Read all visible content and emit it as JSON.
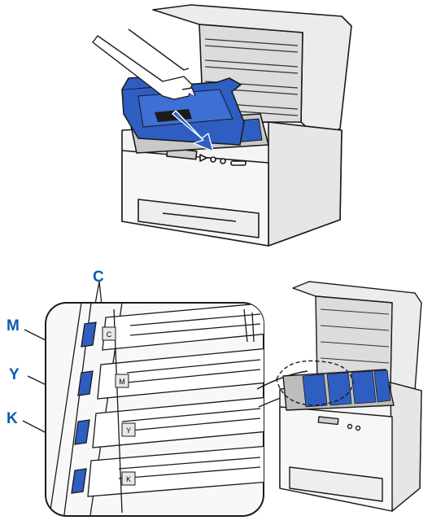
{
  "colors": {
    "accent": "#0a5bb0",
    "cartridge_blue": "#2f5ec2",
    "outline": "#1a1a1a",
    "printer_body": "#f4f4f4",
    "shadow": "#d0d0d0"
  },
  "callouts": {
    "c": "C",
    "m": "M",
    "y": "Y",
    "k": "K"
  },
  "slot_tags": [
    "C",
    "M",
    "Y",
    "K"
  ]
}
